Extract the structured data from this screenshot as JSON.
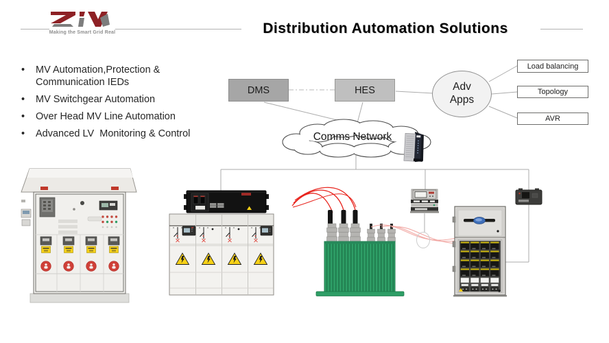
{
  "header": {
    "brand": "ZIV",
    "tagline": "Making the Smart Grid Real",
    "title": "Distribution Automation Solutions"
  },
  "bullets": [
    {
      "label": "MV Automation,Protection & Communication IEDs"
    },
    {
      "label": "MV Switchgear Automation"
    },
    {
      "label": "Over Head MV Line Automation"
    },
    {
      "label": "Advanced LV  Monitoring & Control"
    }
  ],
  "diagram": {
    "dms": {
      "label": "DMS"
    },
    "hes": {
      "label": "HES"
    },
    "adv_apps": {
      "label": "Adv Apps"
    },
    "cloud": {
      "label": "Comms Network"
    },
    "apps": [
      {
        "label": "Load balancing"
      },
      {
        "label": "Topology"
      },
      {
        "label": "AVR"
      }
    ]
  },
  "colors": {
    "brand_maroon": "#8e2125",
    "brand_gray": "#7d7d7d",
    "dms_fill": "#a6a6a6",
    "hes_fill": "#bfbfbf",
    "connector": "#ababab",
    "transformer_green": "#2e9e66",
    "cable_red": "#e8241d",
    "lv_cable_pink": "#f2aaa6",
    "warning_yellow": "#f7d117",
    "sticker_red": "#cf4038"
  }
}
